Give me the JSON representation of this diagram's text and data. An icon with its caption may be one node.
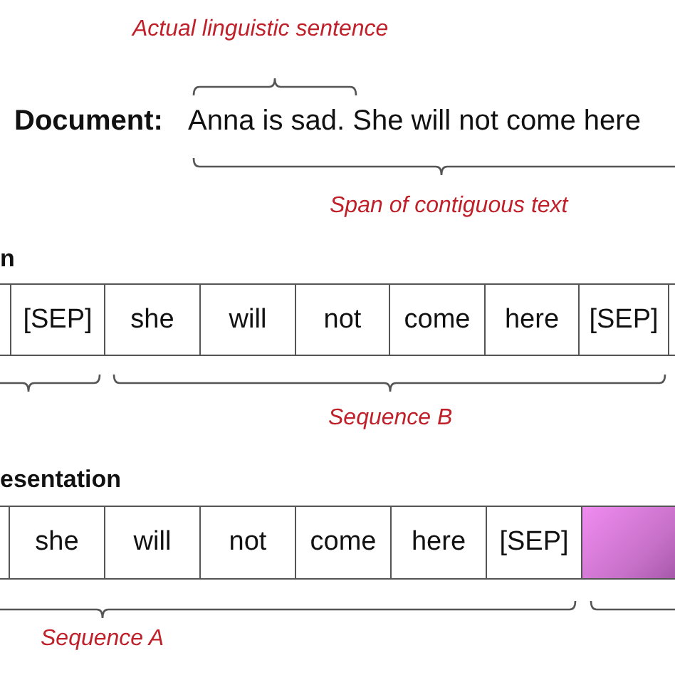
{
  "diagram": {
    "nodes": [
      {
        "text": [],
        "shape": "box"
      },
      {
        "text": [
          "[SEP]"
        ]
      },
      {
        "text": [
          "she"
        ]
      },
      {
        "text": [
          "will"
        ]
      },
      {
        "text": [
          "not"
        ]
      },
      {
        "text": [
          "come"
        ]
      },
      {
        "text": [
          "here"
        ]
      },
      {
        "text": [
          "[SEP]"
        ]
      },
      {
        "text": [],
        "shape": "box"
      },
      {
        "text": [],
        "shape": "box"
      },
      {
        "text": [
          "she"
        ]
      },
      {
        "text": [
          "will"
        ]
      },
      {
        "text": [
          "not"
        ]
      },
      {
        "text": [
          "come"
        ]
      },
      {
        "text": [
          "here"
        ]
      },
      {
        "text": [
          "[SEP]"
        ]
      },
      {
        "text": [],
        "shape": "box"
      }
    ],
    "edges": [],
    "labels": [
      "Actual linguistic sentence",
      "Document:",
      "Anna is sad.  She will not come here",
      "Span of contiguous text",
      "n",
      "Sequence B",
      "esentation",
      "Sequence A"
    ]
  }
}
